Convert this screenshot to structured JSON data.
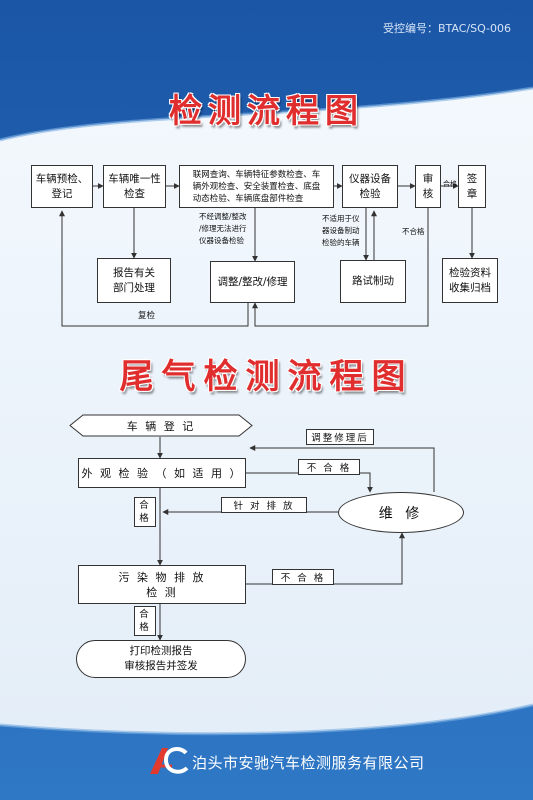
{
  "header": {
    "control_no": "受控编号：BTAC/SQ-006"
  },
  "section1": {
    "title": "检测流程图",
    "boxes": {
      "register": [
        "车辆预检、",
        "登记"
      ],
      "vin_check": [
        "车辆唯一性",
        "检查"
      ],
      "inspection_items": [
        "联网查询、车辆特征参数检查、车",
        "辆外观检查、安全装置检查、底盘",
        "动态检验、车辆底盘部件检查"
      ],
      "instrument": [
        "仪器设备",
        "检验"
      ],
      "review": [
        "审",
        "核"
      ],
      "sign": [
        "签",
        "章"
      ],
      "report_dept": [
        "报告有关",
        "部门处理"
      ],
      "adjust": "调整/整改/修理",
      "road_test": "路试制动",
      "archive": [
        "检验资料",
        "收集归档"
      ]
    },
    "notes": {
      "not_adjusted": "不经调整/整改\n/修理无法进行\n仪器设备检验",
      "unsuitable": "不适用于仪\n器设备制动\n检验的车辆",
      "fail": "不合格",
      "pass": "合格",
      "recheck": "复检"
    }
  },
  "section2": {
    "title": "尾气检测流程图",
    "boxes": {
      "register": "车 辆 登 记",
      "visual": "外 观 检 验 （ 如 适 用 ）",
      "emission": [
        "污 染 物 排 放",
        "检 测"
      ],
      "repair": "维 修",
      "print": [
        "打印检测报告",
        "审核报告并签发"
      ]
    },
    "labels": {
      "after_repair": "调整修理后",
      "fail1": "不 合 格",
      "pass1": [
        "合",
        "格"
      ],
      "targeted": "针 对 排 放",
      "fail2": "不 合 格",
      "pass2": [
        "合",
        "格"
      ]
    }
  },
  "footer": {
    "company": "泊头市安驰汽车检测服务有限公司",
    "logo_icon": "ac-logo-icon"
  },
  "colors": {
    "title_red": "#e02e2e",
    "band_blue": "#1f5fb0",
    "panel_light": "#eef5fb"
  }
}
